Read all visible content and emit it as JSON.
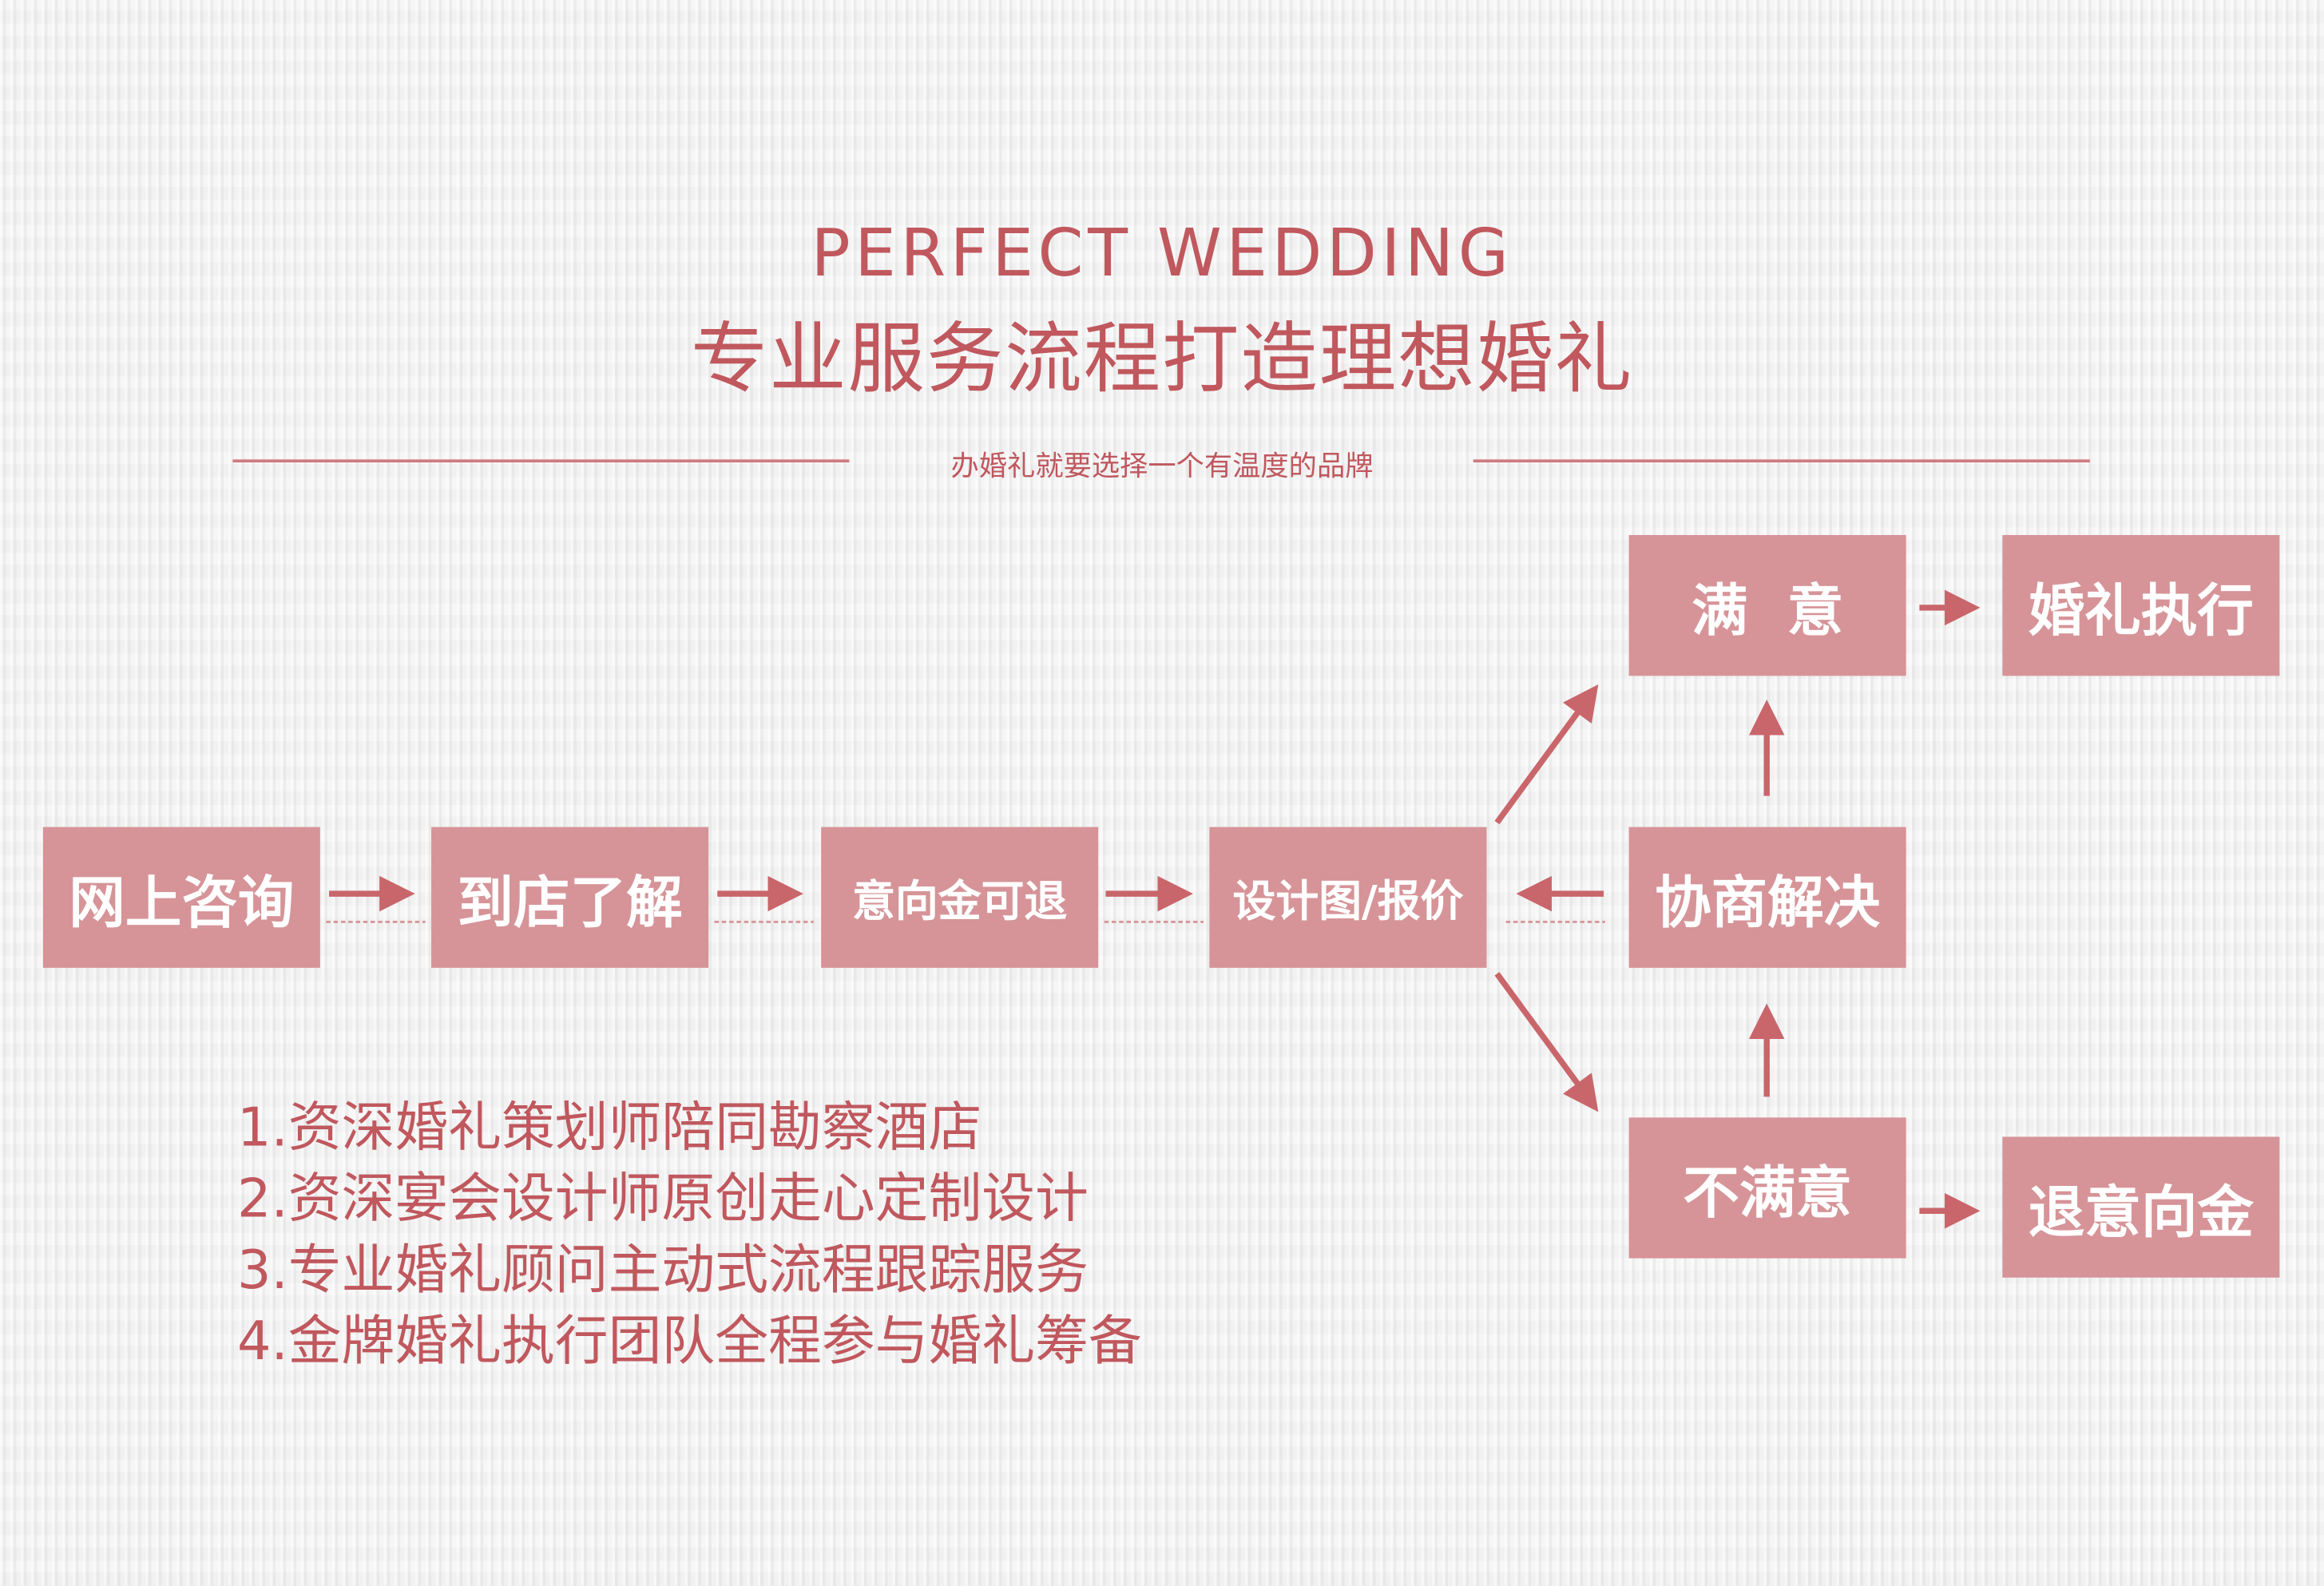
{
  "header": {
    "title_en": "PERFECT WEDDING",
    "title_cn": "专业服务流程打造理想婚礼",
    "subtitle": "办婚礼就要选择一个有温度的品牌"
  },
  "flow": {
    "step1": "网上咨询",
    "step2": "到店了解",
    "step3": "意向金可退",
    "step4": "设计图/报价",
    "negotiate": "协商解决",
    "satisfied": "满  意",
    "execute": "婚礼执行",
    "unsatisfied": "不满意",
    "refund": "退意向金"
  },
  "notes": [
    "1.资深婚礼策划师陪同勘察酒店",
    "2.资深宴会设计师原创走心定制设计",
    "3.专业婚礼顾问主动式流程跟踪服务",
    "4.金牌婚礼执行团队全程参与婚礼筹备"
  ],
  "colors": {
    "accent": "#c0585e",
    "box": "#d69498",
    "background": "#f0f0f0"
  }
}
